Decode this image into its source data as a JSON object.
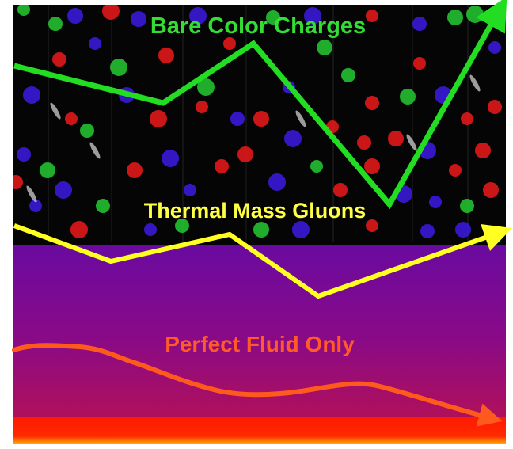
{
  "labels": {
    "bare": "Bare Color Charges",
    "thermal": "Thermal Mass Gluons",
    "fluid": "Perfect Fluid Only"
  },
  "colors": {
    "bare_line": "#22dd22",
    "thermal_line": "#ffff22",
    "fluid_line": "#ff5a1e",
    "bare_text": "#33dd33",
    "thermal_text": "#ffff44",
    "fluid_text": "#ff5a28",
    "background_dark": "#050505",
    "fluid_top": "#6a0aa0",
    "fluid_bottom": "#b0105a",
    "floor": "#ff1a00"
  },
  "particles": {
    "colors": [
      "red",
      "green",
      "blue"
    ]
  }
}
